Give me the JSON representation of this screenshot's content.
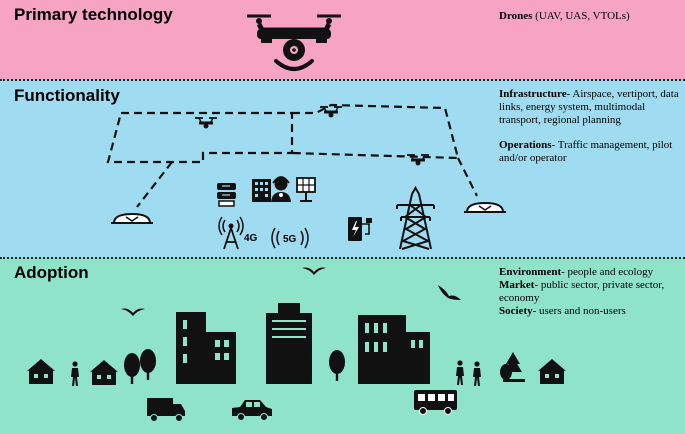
{
  "primary": {
    "title": "Primary technology",
    "heading": "Drones",
    "text": " (UAV, UAS, VTOLs)"
  },
  "functionality": {
    "title": "Functionality",
    "infra_heading": "Infrastructure",
    "infra_text": "- Airspace, vertiport, data links, energy system, multimodal transport, regional planning",
    "ops_heading": "Operations",
    "ops_text": "- Traffic management, pilot and/or operator",
    "label_4g": "4G",
    "label_5g": "5G"
  },
  "adoption": {
    "title": "Adoption",
    "env_heading": "Environment",
    "env_text": "- people and ecology",
    "market_heading": "Market",
    "market_text": "- public sector, private sector, economy",
    "society_heading": "Society",
    "society_text": "- users and non-users"
  },
  "colors": {
    "primary_band": "#f7a3c2",
    "functionality_band": "#9fdcf2",
    "adoption_band": "#8fe3c9"
  }
}
